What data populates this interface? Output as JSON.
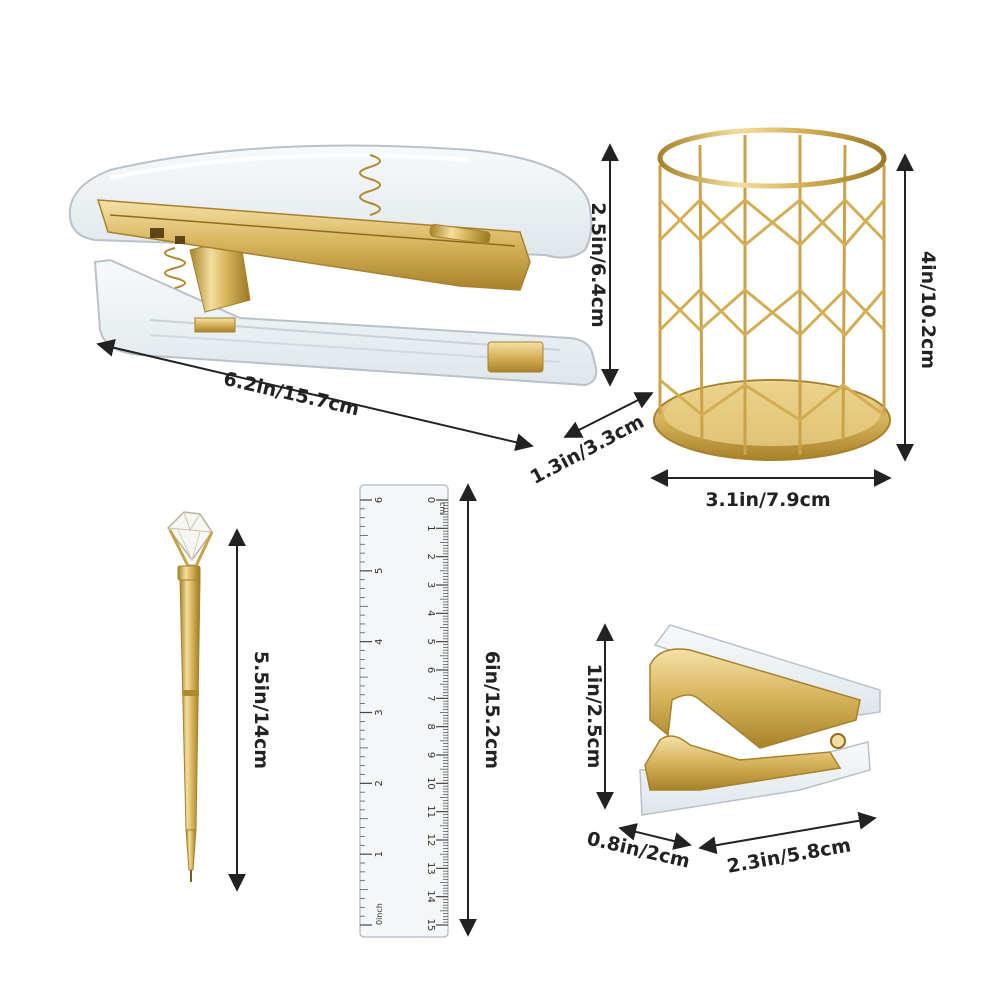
{
  "colors": {
    "gold": "#d9b65c",
    "gold_dark": "#b08a2e",
    "gold_light": "#f3dea0",
    "acrylic": "#e8eef2",
    "acrylic_edge": "#b9c2c8",
    "ink": "#222222"
  },
  "dimensions": {
    "stapler_length": "6.2in/15.7cm",
    "stapler_height": "2.5in/6.4cm",
    "stapler_width": "1.3in/3.3cm",
    "holder_height": "4in/10.2cm",
    "holder_diameter": "3.1in/7.9cm",
    "pen_length": "5.5in/14cm",
    "ruler_length": "6in/15.2cm",
    "remover_height": "1in/2.5cm",
    "remover_depth": "0.8in/2cm",
    "remover_length": "2.3in/5.8cm"
  },
  "ruler": {
    "cm_labels": [
      "0",
      "1",
      "2",
      "3",
      "4",
      "5",
      "6",
      "7",
      "8",
      "9",
      "10",
      "11",
      "12",
      "13",
      "14",
      "15"
    ],
    "inch_labels": [
      "0inch",
      "1",
      "2",
      "3",
      "4",
      "5",
      "6"
    ],
    "cm_unit": "cm"
  },
  "items": {
    "stapler": "stapler-illustration",
    "pen_holder": "mesh-pen-holder-illustration",
    "pen": "diamond-pen-illustration",
    "ruler": "clear-ruler-illustration",
    "remover": "staple-remover-illustration"
  }
}
